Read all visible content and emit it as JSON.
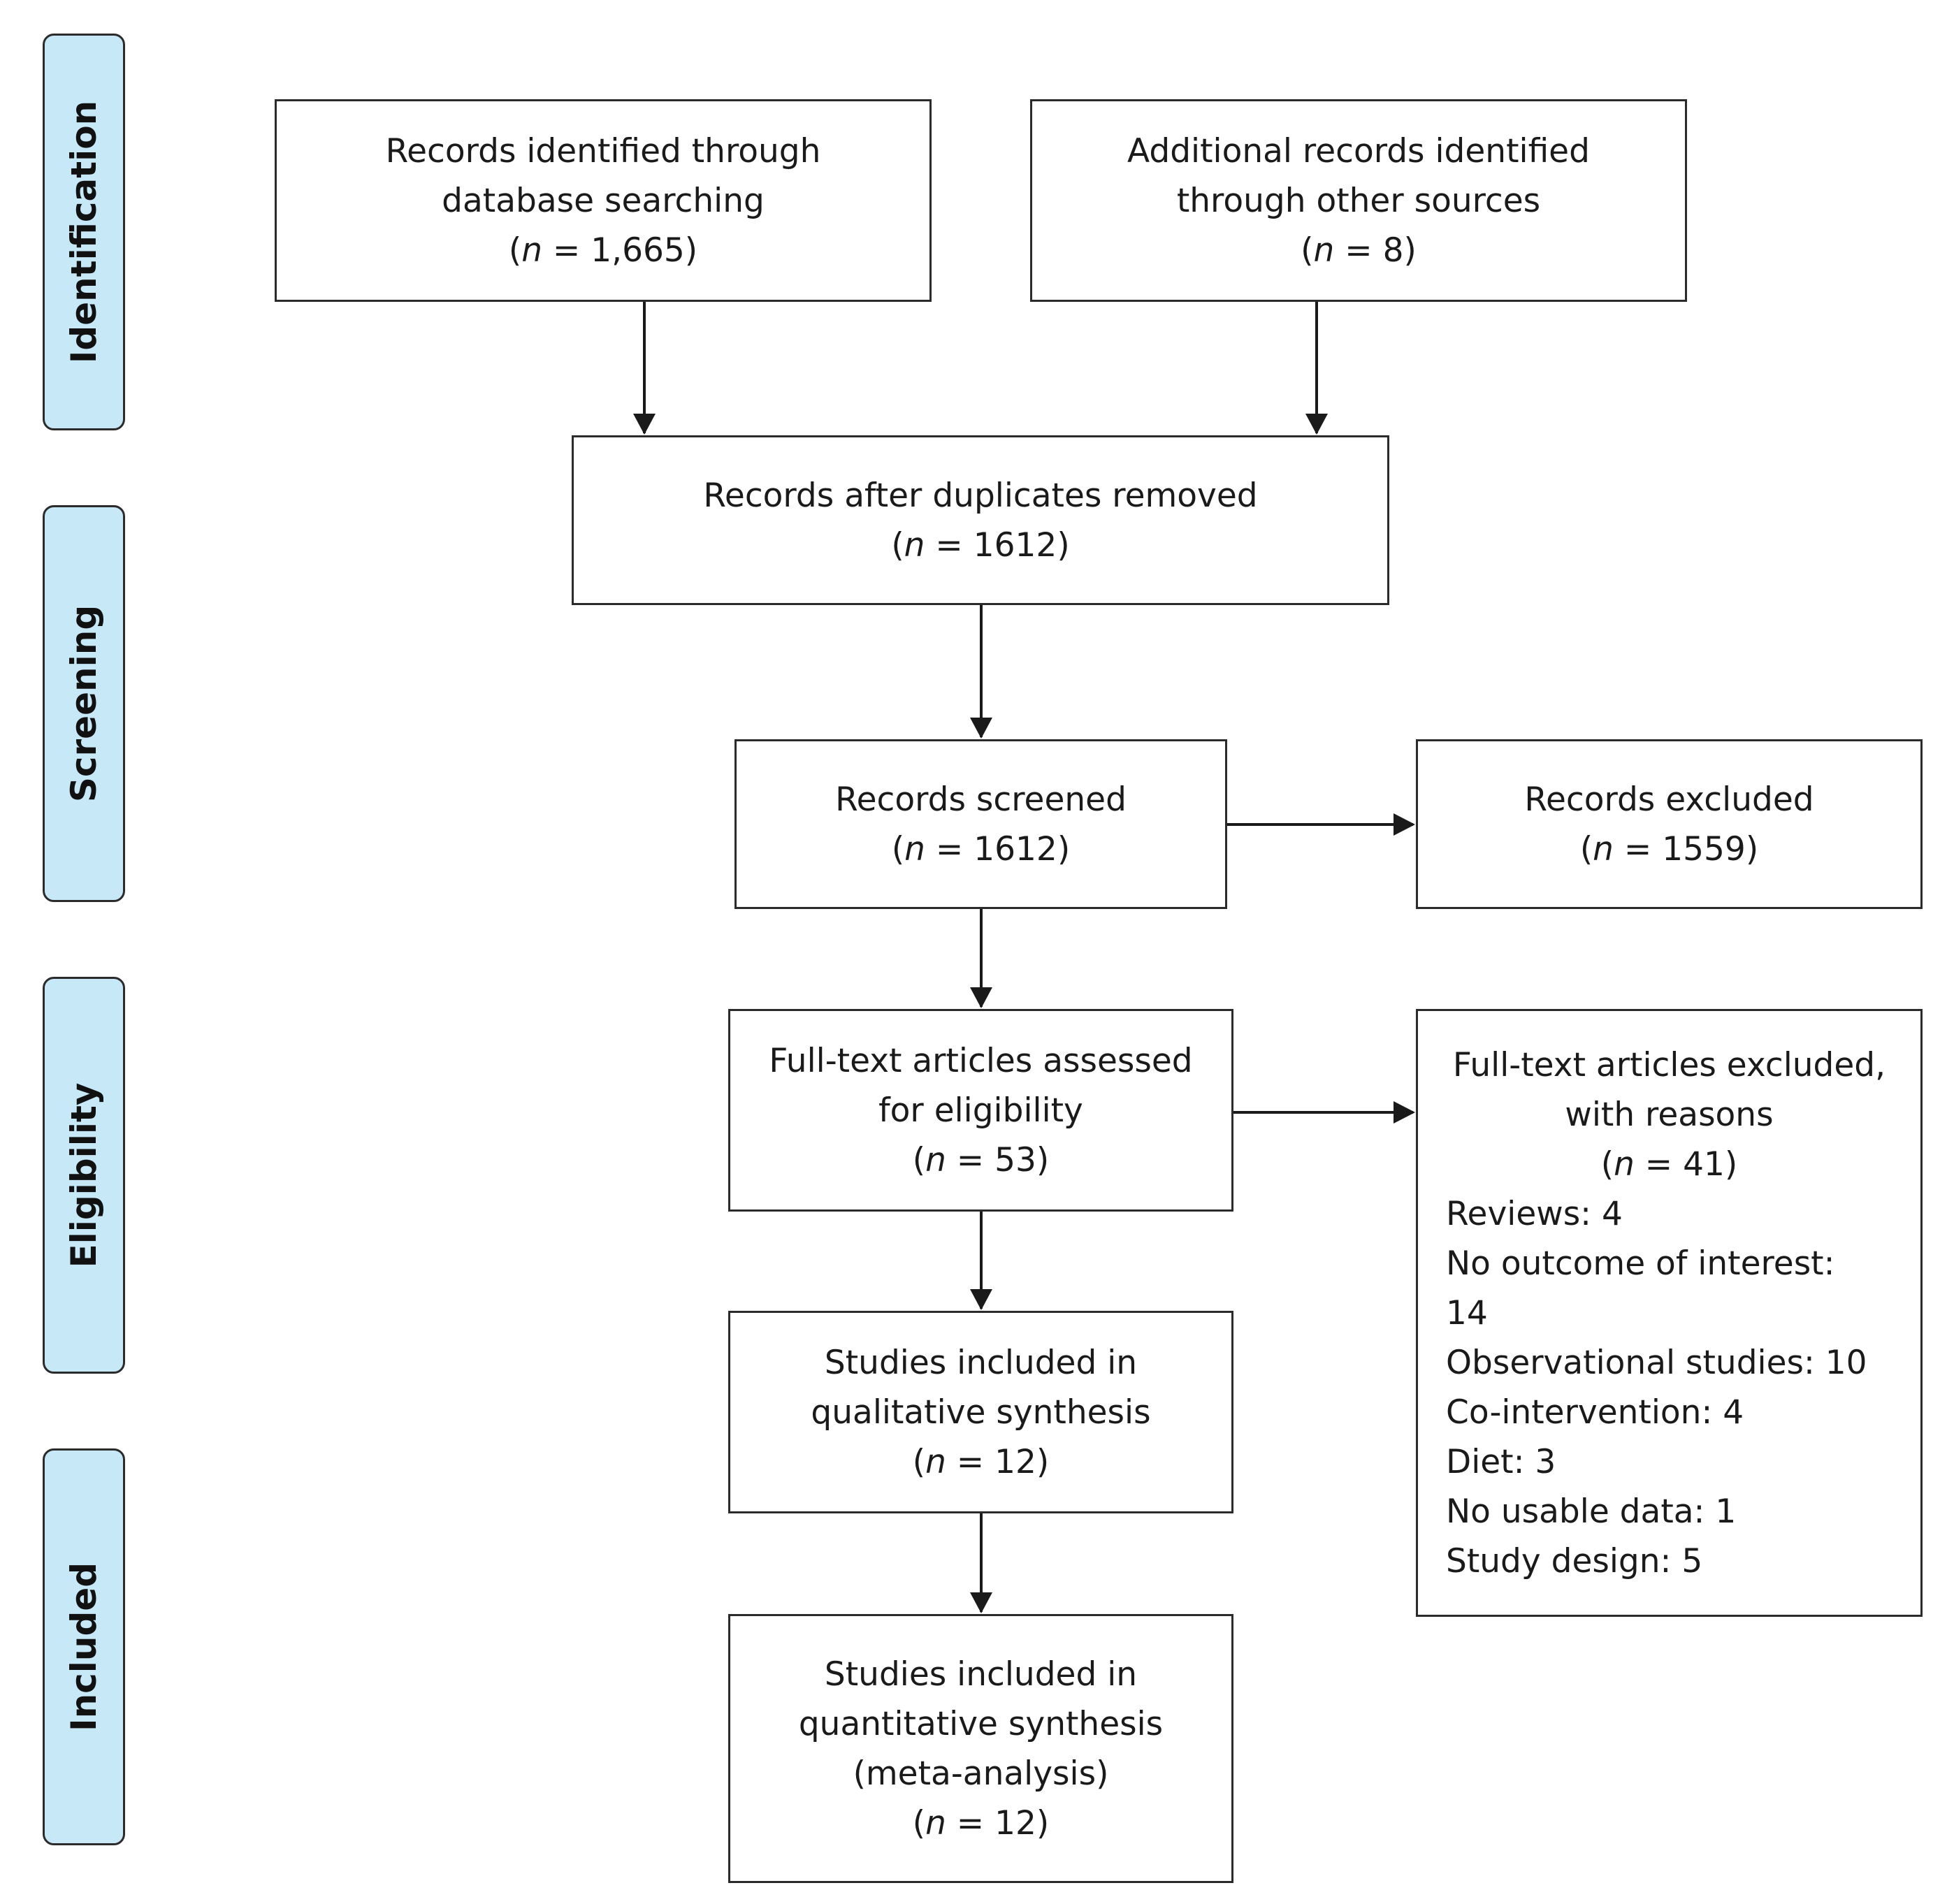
{
  "phases": {
    "identification": "Identification",
    "screening": "Screening",
    "eligibility": "Eligibility",
    "included": "Included"
  },
  "boxes": {
    "database_search": {
      "line1": "Records identified through",
      "line2": "database searching",
      "n_prefix": "(",
      "n_var": "n",
      "n_value": " = 1,665)"
    },
    "other_sources": {
      "line1": "Additional records identified",
      "line2": "through other sources",
      "n_prefix": "(",
      "n_var": "n",
      "n_value": " = 8)"
    },
    "duplicates_removed": {
      "line1": "Records after duplicates removed",
      "n_prefix": "(",
      "n_var": "n",
      "n_value": " = 1612)"
    },
    "screened": {
      "line1": "Records screened",
      "n_prefix": "(",
      "n_var": "n",
      "n_value": " = 1612)"
    },
    "excluded": {
      "line1": "Records excluded",
      "n_prefix": "(",
      "n_var": "n",
      "n_value": " = 1559)"
    },
    "full_text_assessed": {
      "line1": "Full-text articles assessed",
      "line2": "for eligibility",
      "n_prefix": "(",
      "n_var": "n",
      "n_value": " = 53)"
    },
    "full_text_excluded": {
      "line1": "Full-text articles excluded,",
      "line2": "with reasons",
      "n_prefix": "(",
      "n_var": "n",
      "n_value": " = 41)",
      "reasons": [
        "Reviews: 4",
        "No outcome of interest:",
        "14",
        "Observational studies: 10",
        "Co-intervention: 4",
        "Diet: 3",
        "No usable data: 1",
        "Study design: 5"
      ]
    },
    "qualitative": {
      "line1": "Studies included in",
      "line2": "qualitative synthesis",
      "n_prefix": "(",
      "n_var": "n",
      "n_value": " = 12)"
    },
    "quantitative": {
      "line1": "Studies included in",
      "line2": "quantitative synthesis",
      "line3": "(meta-analysis)",
      "n_prefix": "(",
      "n_var": "n",
      "n_value": " = 12)"
    }
  },
  "colors": {
    "phase_fill": "#c6e8f7",
    "border": "#2b2b2b",
    "text": "#1a1a1a"
  }
}
